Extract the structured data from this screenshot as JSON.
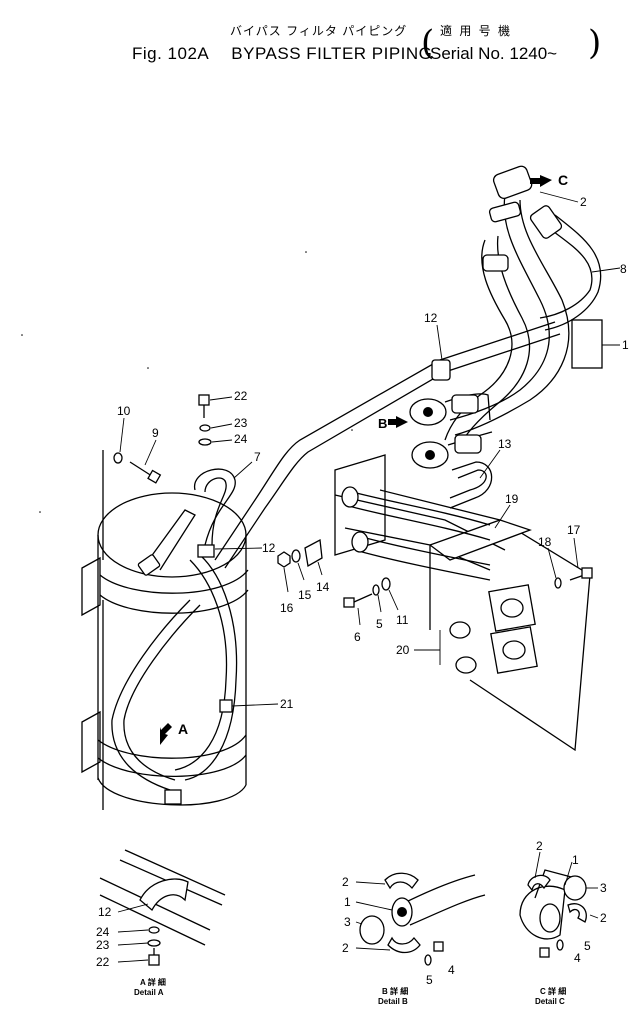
{
  "header": {
    "title_jp": "バイパス フィルタ パイピング",
    "serial_jp": "適 用 号 機",
    "fig_number": "Fig. 102A",
    "title_en": "BYPASS FILTER PIPING",
    "serial": "Serial No. 1240~"
  },
  "callouts": {
    "c1": "1",
    "c2": "2",
    "c5": "5",
    "c6": "6",
    "c7": "7",
    "c8": "8",
    "c9": "9",
    "c10": "10",
    "c11": "11",
    "c12": "12",
    "c13": "13",
    "c14": "14",
    "c15": "15",
    "c16": "16",
    "c17": "17",
    "c18": "18",
    "c19": "19",
    "c20": "20",
    "c21": "21",
    "c22": "22",
    "c23": "23",
    "c24": "24",
    "arrow_a": "A",
    "arrow_b": "B",
    "arrow_c": "C"
  },
  "details": {
    "a": {
      "caption_jp": "A 詳 細",
      "caption_en": "Detail A",
      "labels": {
        "c12": "12",
        "c24": "24",
        "c23": "23",
        "c22": "22"
      }
    },
    "b": {
      "caption_jp": "B 詳 細",
      "caption_en": "Detail B",
      "labels": {
        "c2a": "2",
        "c1": "1",
        "c3": "3",
        "c2b": "2",
        "c5": "5",
        "c4": "4"
      }
    },
    "c": {
      "caption_jp": "C 詳 細",
      "caption_en": "Detail C",
      "labels": {
        "c2a": "2",
        "c1": "1",
        "c3": "3",
        "c2b": "2",
        "c5": "5",
        "c4": "4"
      }
    }
  }
}
